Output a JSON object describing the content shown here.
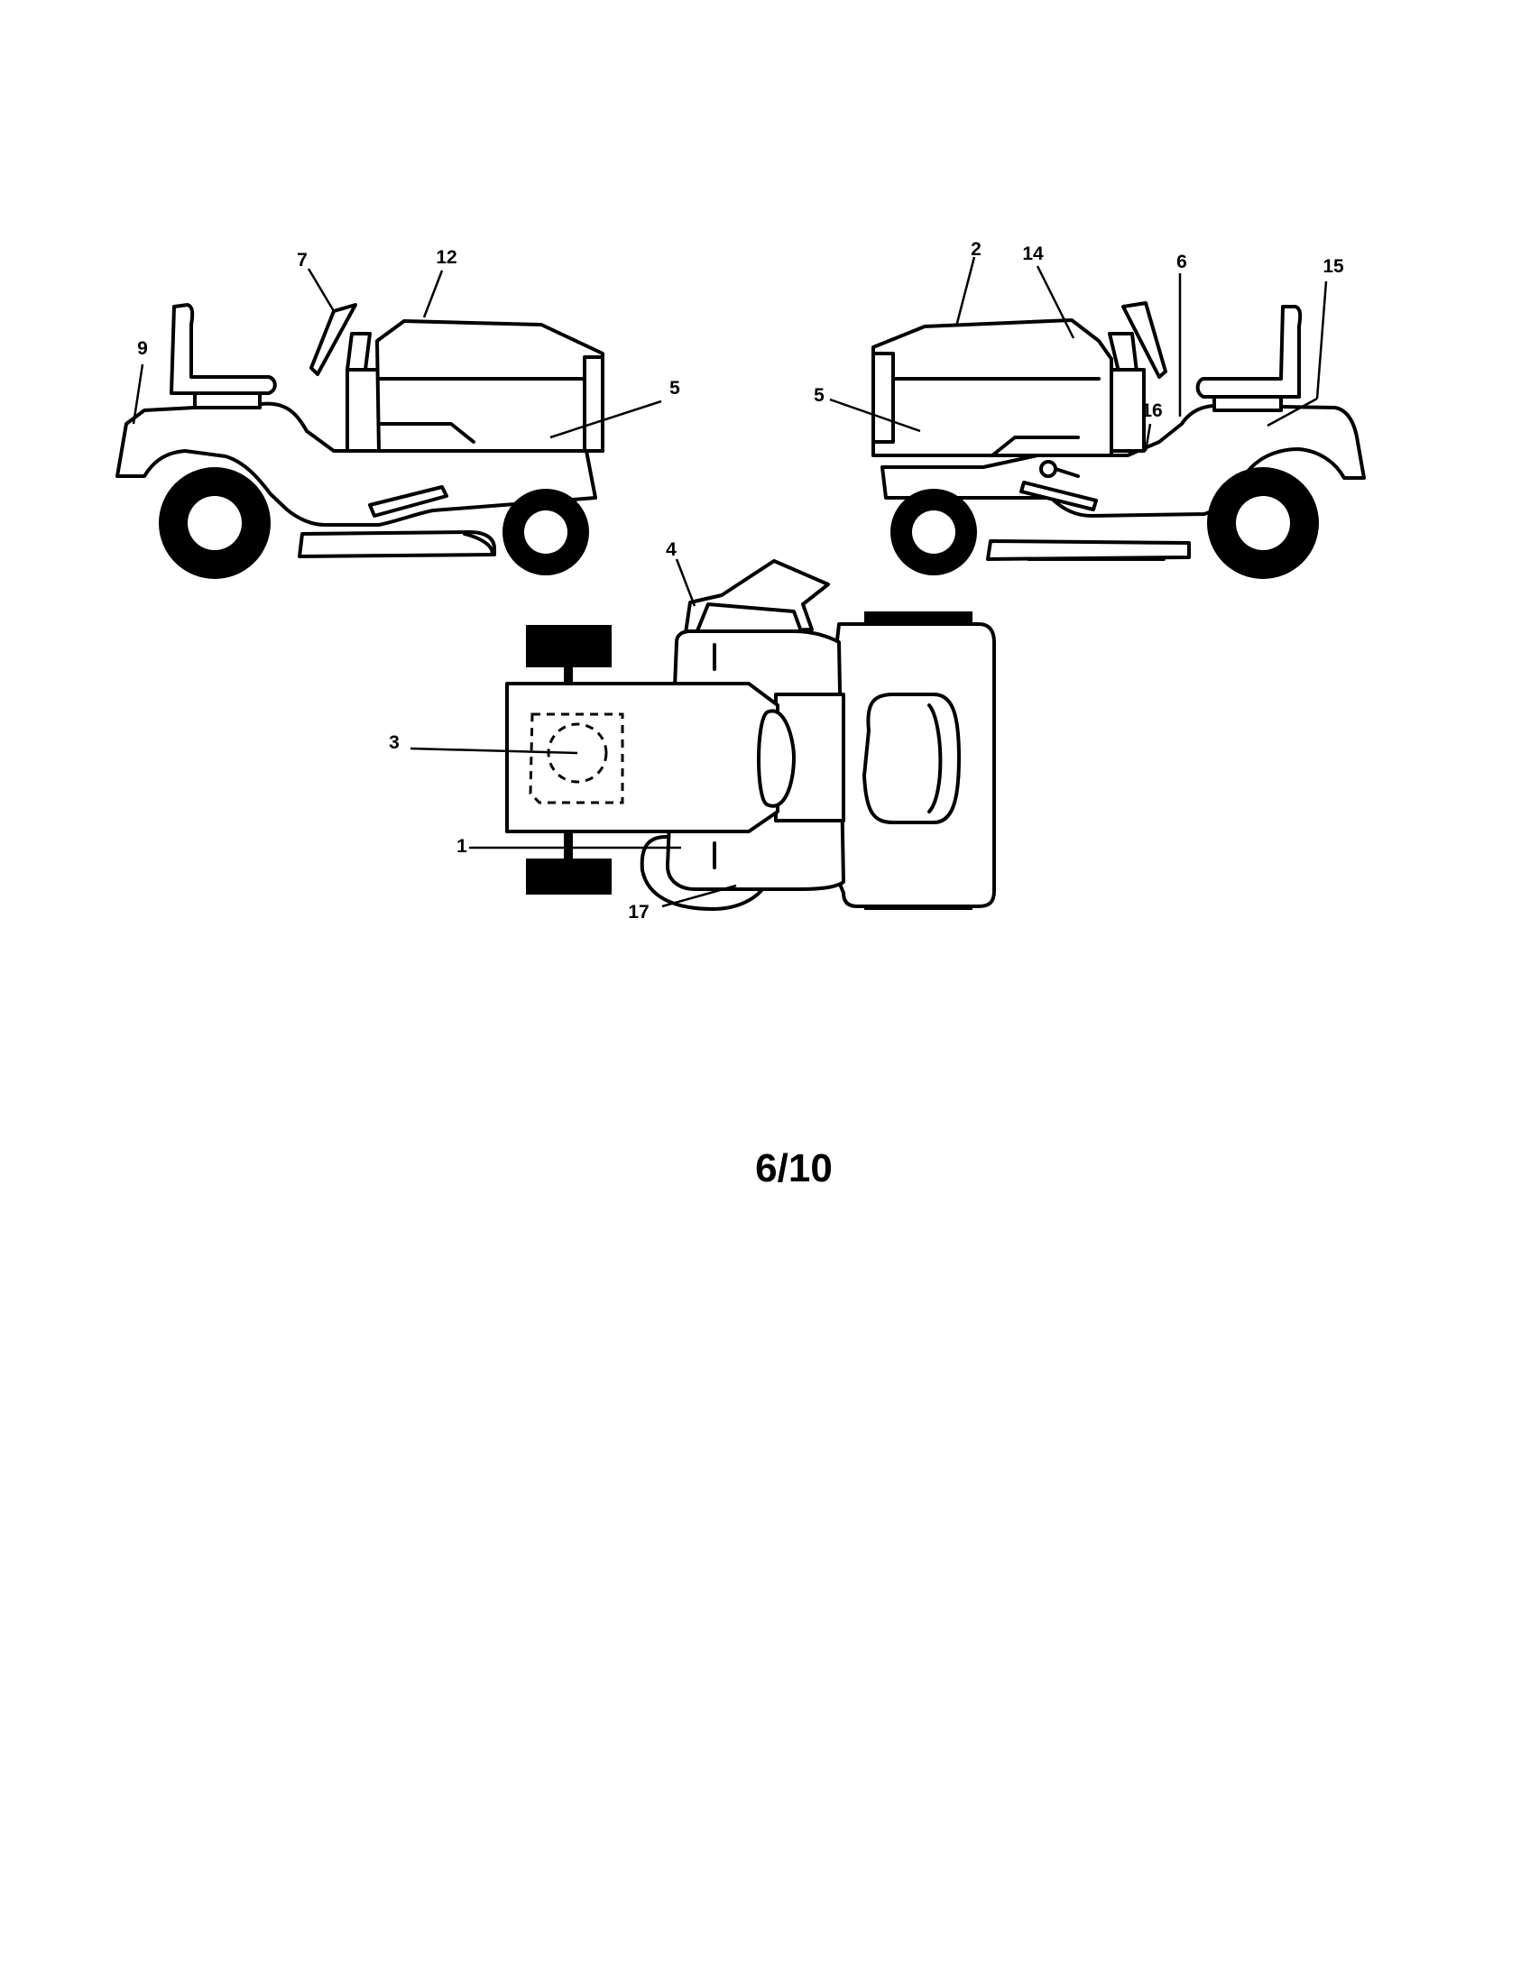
{
  "diagram": {
    "left_view_callouts": [
      "7",
      "12",
      "9",
      "5"
    ],
    "right_view_callouts": [
      "2",
      "14",
      "6",
      "15",
      "5",
      "16"
    ],
    "top_view_callouts": [
      "4",
      "3",
      "1",
      "17"
    ],
    "page_number": "6/10"
  }
}
